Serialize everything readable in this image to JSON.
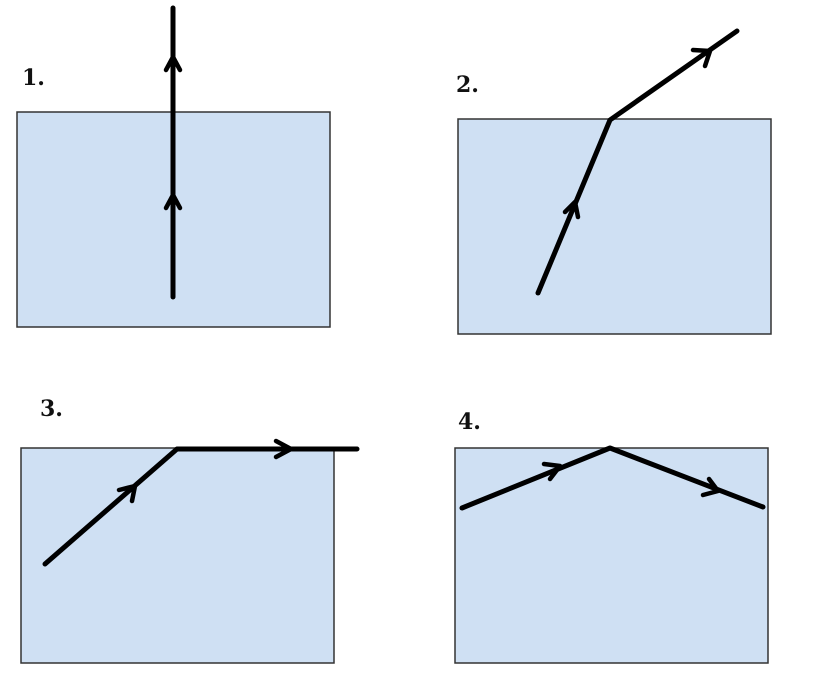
{
  "colors": {
    "medium_fill": "#cfe0f3",
    "ray": "#000000",
    "background": "#ffffff"
  },
  "panels": [
    {
      "label": "1."
    },
    {
      "label": "2."
    },
    {
      "label": "3."
    },
    {
      "label": "4."
    }
  ]
}
